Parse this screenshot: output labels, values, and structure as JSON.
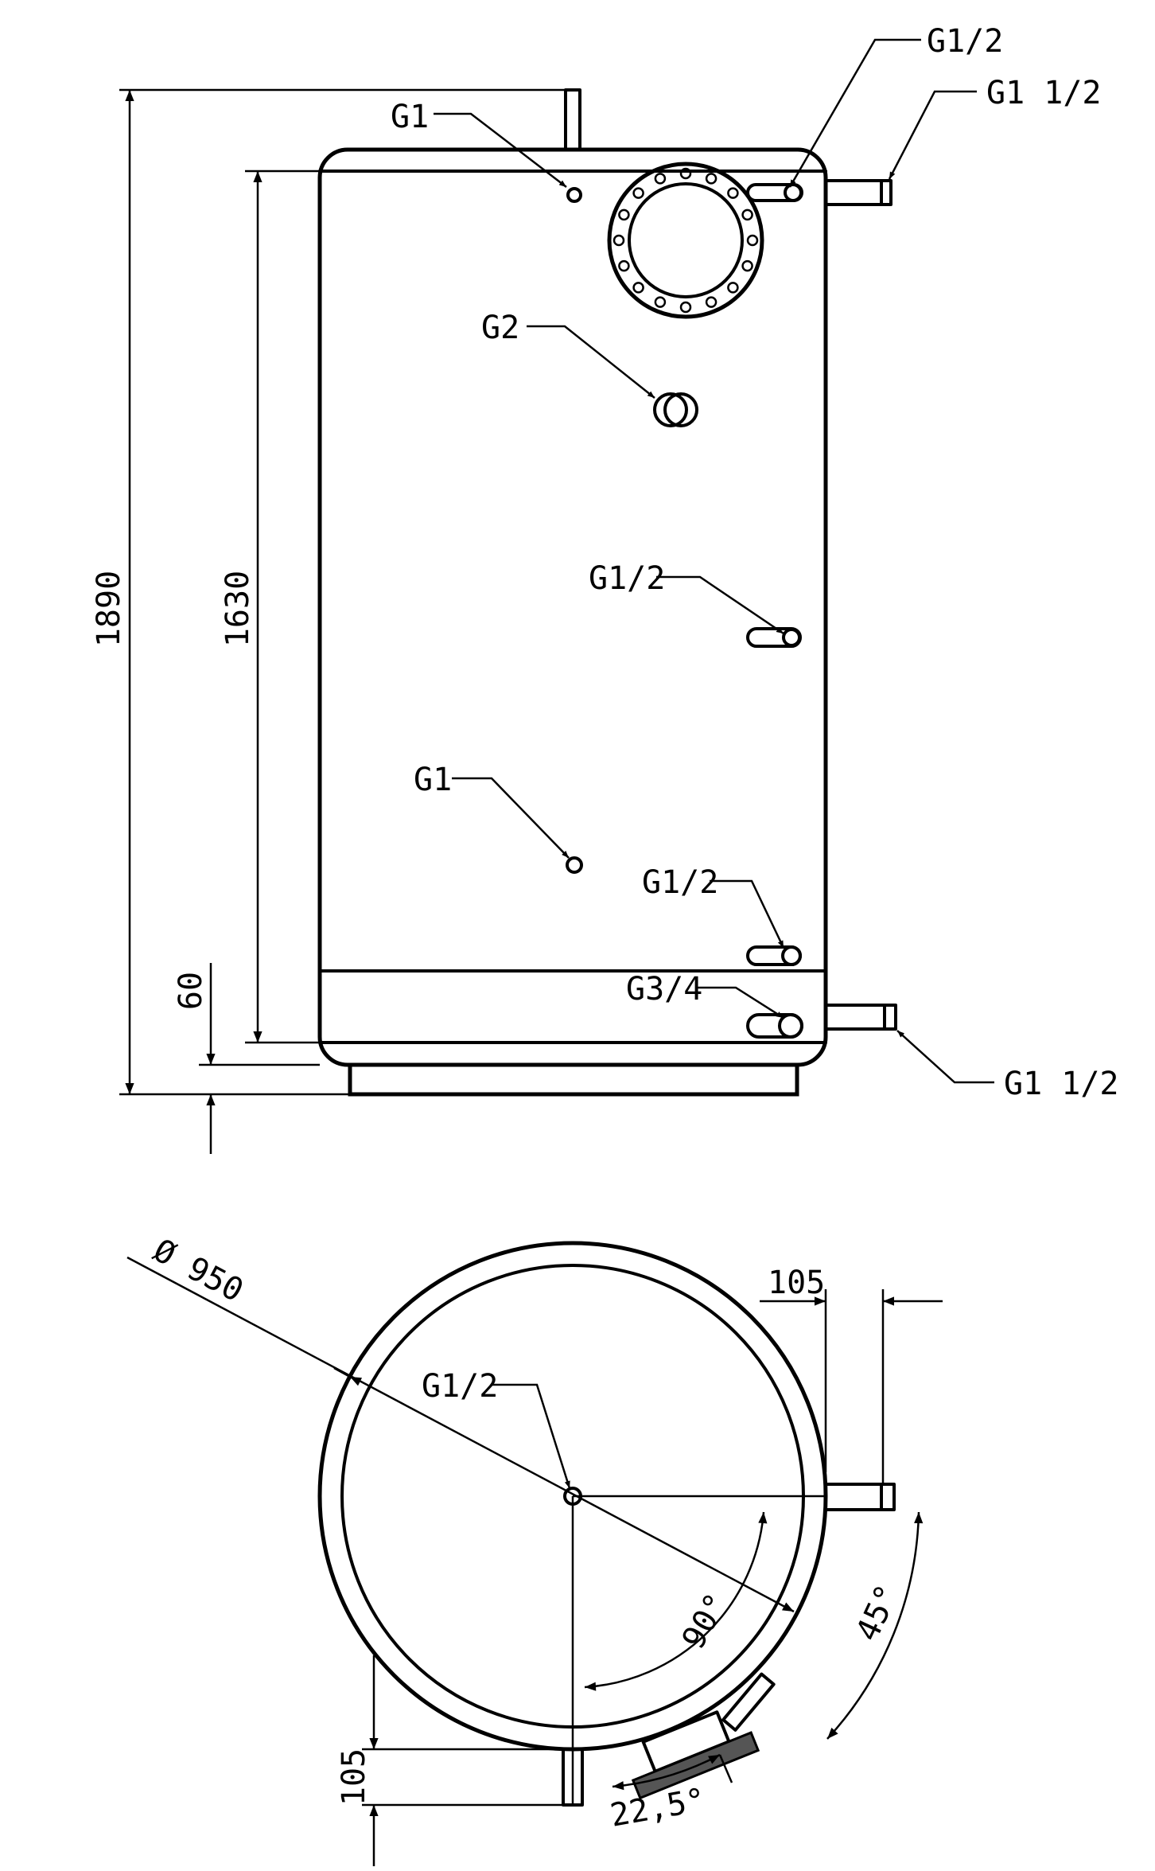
{
  "front_view": {
    "dim_total_height": "1890",
    "dim_inner_height": "1630",
    "dim_base": "60",
    "labels": {
      "g1_top": "G1",
      "g12_top": "G1/2",
      "g1_1_2_top": "G1 1/2",
      "g2": "G2",
      "g12_mid": "G1/2",
      "g1_lower": "G1",
      "g12_lower": "G1/2",
      "g34": "G3/4",
      "g1_1_2_bottom": "G1 1/2"
    }
  },
  "plan_view": {
    "diameter_label": "Ø 950",
    "g12_center": "G1/2",
    "dim_top_right": "105",
    "dim_bottom_left": "105",
    "angle_90": "90°",
    "angle_45": "45°",
    "angle_22_5": "22,5°"
  }
}
